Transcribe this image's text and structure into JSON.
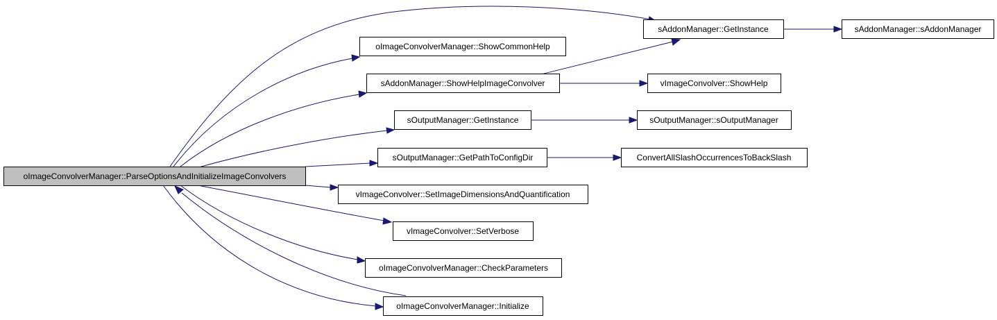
{
  "colors": {
    "edge": "#191970",
    "root_fill": "#bfbfbf",
    "node_fill": "#ffffff",
    "border": "#000000"
  },
  "nodes": {
    "root": "oImageConvolverManager::ParseOptionsAndInitializeImageConvolvers",
    "addon_getinstance": "sAddonManager::GetInstance",
    "addon_ctor": "sAddonManager::sAddonManager",
    "show_common_help": "oImageConvolverManager::ShowCommonHelp",
    "show_help_convolver": "sAddonManager::ShowHelpImageConvolver",
    "vconv_showhelp": "vImageConvolver::ShowHelp",
    "output_getinstance": "sOutputManager::GetInstance",
    "output_ctor": "sOutputManager::sOutputManager",
    "output_getpath": "sOutputManager::GetPathToConfigDir",
    "convert_slash": "ConvertAllSlashOccurrencesToBackSlash",
    "set_image_dims": "vImageConvolver::SetImageDimensionsAndQuantification",
    "set_verbose": "vImageConvolver::SetVerbose",
    "check_params": "oImageConvolverManager::CheckParameters",
    "initialize": "oImageConvolverManager::Initialize"
  }
}
